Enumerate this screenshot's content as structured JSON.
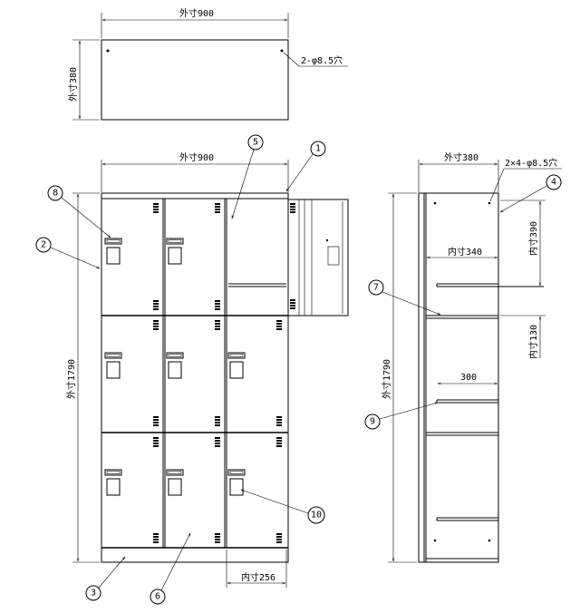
{
  "top_view": {
    "width_label": "外寸900",
    "depth_label": "外寸380",
    "hole_label": "2-φ8.5穴"
  },
  "front_view": {
    "width_label": "外寸900",
    "height_label": "外寸1790",
    "inner_width_label": "内寸256"
  },
  "side_view": {
    "depth_label": "外寸380",
    "hole_label": "2×4-φ8.5穴",
    "inner_depth_label": "内寸340",
    "height_label": "外寸1790",
    "upper_inner_height_label": "内寸390",
    "lower_inner_height_label": "内寸130",
    "shelf_depth_label": "300"
  },
  "callouts": [
    "1",
    "2",
    "3",
    "4",
    "5",
    "6",
    "7",
    "8",
    "9",
    "10"
  ]
}
